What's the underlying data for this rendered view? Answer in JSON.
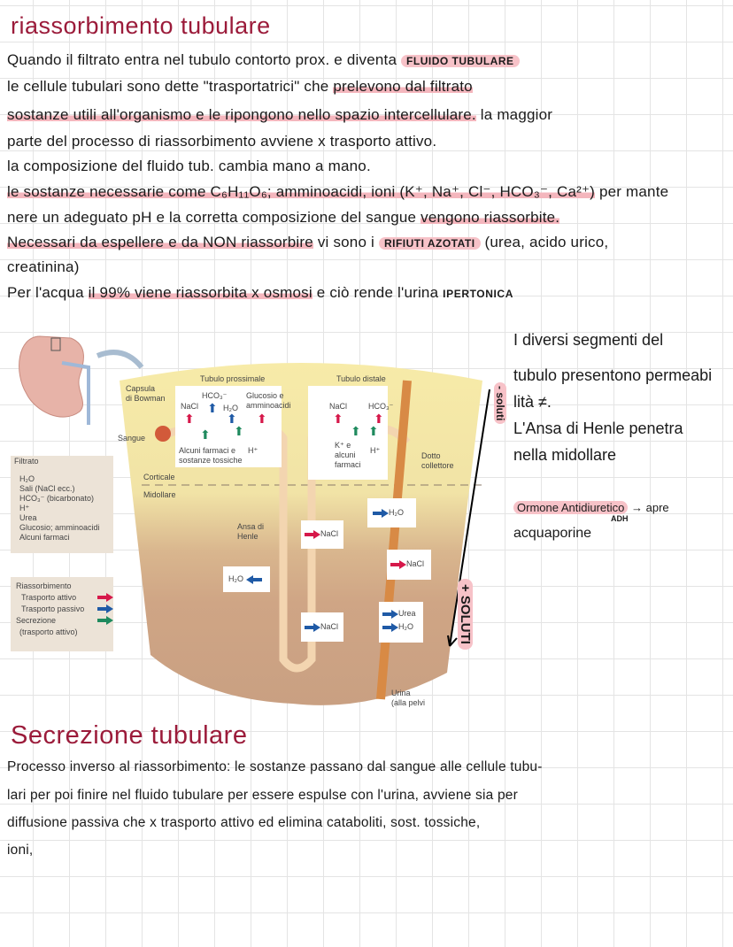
{
  "section1": {
    "title": "riassorbimento tubulare",
    "lines": [
      [
        "Quando il filtrato entra nel tubulo contorto prox. e diventa ",
        "FLUIDO TUBULARE"
      ],
      [
        "le cellule tubulari sono dette \"trasportatrici\" che ",
        "prelevono dal filtrato"
      ],
      [
        "sostanze utili all'organismo e le ripongono nello spazio intercellulare.",
        " la maggior"
      ],
      [
        "parte del processo di riassorbimento avviene x trasporto attivo."
      ],
      [
        "la composizione del fluido tub. cambia mano a mano."
      ],
      [
        "le sostanze necessarie come C₆H₁₁O₆; amminoacidi, ioni (K⁺, Na⁺, Cl⁻, HCO₃⁻, Ca²⁺)",
        " per mante"
      ],
      [
        "nere un adeguato pH e la corretta composizione del sangue ",
        "vengono riassorbite."
      ],
      [
        "Necessari da espellere e da NON riassorbire",
        " vi sono i ",
        "RIFIUTI AZOTATI",
        " (urea, acido urico,"
      ],
      [
        "creatinina)"
      ],
      [
        "Per l'acqua ",
        "il 99% viene riassorbita x osmosi",
        " e ciò rende l'urina ",
        "IPERTONICA"
      ]
    ]
  },
  "side_notes": {
    "lines": [
      "I diversi segmenti del",
      "tubulo presentono permeabi",
      "lità ≠.",
      "L'Ansa di Henle penetra",
      "nella midollare"
    ],
    "adh": "Ormone Antidiuretico",
    "adh_arrow": "→ apre",
    "adh_abbr": "ADH",
    "adh_end": "acquaporine",
    "minus_soluti": "- soluti",
    "plus_soluti": "+ SOLUTI"
  },
  "diagram": {
    "tubulo_prossimale": "Tubulo prossimale",
    "tubulo_distale": "Tubulo distale",
    "capsula": [
      "Capsula",
      "di Bowman"
    ],
    "sangue": "Sangue",
    "prox": {
      "nacl": "NaCl",
      "hco3": "HCO₃⁻",
      "h2o": "H₂O",
      "glucosio": [
        "Glucosio e",
        "amminoacidi"
      ],
      "farmaci": [
        "Alcuni farmaci e",
        "sostanze tossiche"
      ],
      "h": "H⁺"
    },
    "dist": {
      "nacl": "NaCl",
      "hco3": "HCO₃⁻",
      "k": [
        "K⁺ e",
        "alcuni",
        "farmaci"
      ],
      "h": "H⁺"
    },
    "dotto": [
      "Dotto",
      "collettore"
    ],
    "corticale": "Corticale",
    "midollare": "Midollare",
    "ansa": [
      "Ansa di",
      "Henle"
    ],
    "filtrato_label": "Filtrato",
    "filtrato_items": [
      "H₂O",
      "Sali (NaCl ecc.)",
      "HCO₃⁻ (bicarbonato)",
      "H⁺",
      "Urea",
      "Glucosio; amminoacidi",
      "Alcuni farmaci"
    ],
    "legend": {
      "title": "Riassorbimento",
      "attivo": "Trasporto attivo",
      "passivo": "Trasporto passivo",
      "secrezione": "Secrezione",
      "secrezione_sub": "(trasporto attivo)"
    },
    "med": {
      "h2o_dotto": "H₂O",
      "nacl_asc": "NaCl",
      "nacl_dotto": "NaCl",
      "h2o_desc": "H₂O",
      "nacl_low": "NaCl",
      "urea": "Urea",
      "h2o_low": "H₂O"
    },
    "urina": [
      "Urina",
      "(alla pelvi"
    ],
    "colors": {
      "active": "#d6184a",
      "passive": "#1f5aa6",
      "secretion": "#1f8a5e"
    }
  },
  "section2": {
    "title": "Secrezione tubulare",
    "lines": [
      "Processo inverso al riassorbimento: le sostanze passano dal sangue alle cellule tubu-",
      "lari per poi finire nel fluido tubulare per essere espulse con l'urina, avviene sia per",
      "diffusione passiva che x trasporto attivo ed elimina cataboliti, sost. tossiche,",
      "ioni,"
    ]
  }
}
